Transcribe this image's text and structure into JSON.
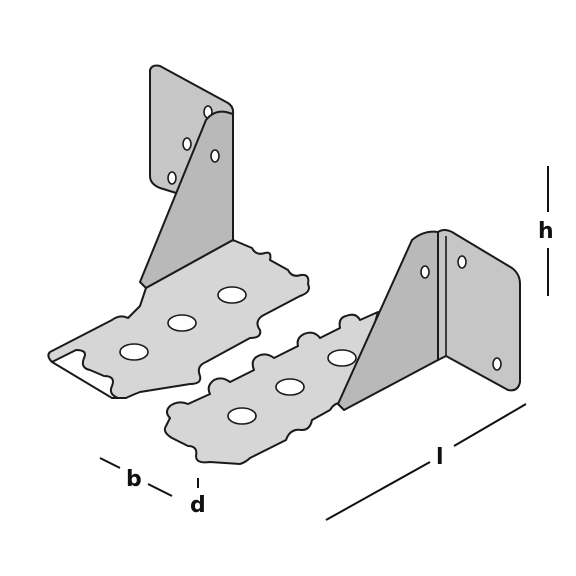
{
  "diagram": {
    "dimension_labels": {
      "height": "h",
      "length": "l",
      "width": "b",
      "thickness": "d"
    },
    "colors": {
      "metal_light": "#d9d9d9",
      "metal_mid": "#c2c2c2",
      "metal_dark": "#9c9c9c",
      "outline": "#1a1a1a",
      "dimension_line": "#111111"
    }
  }
}
